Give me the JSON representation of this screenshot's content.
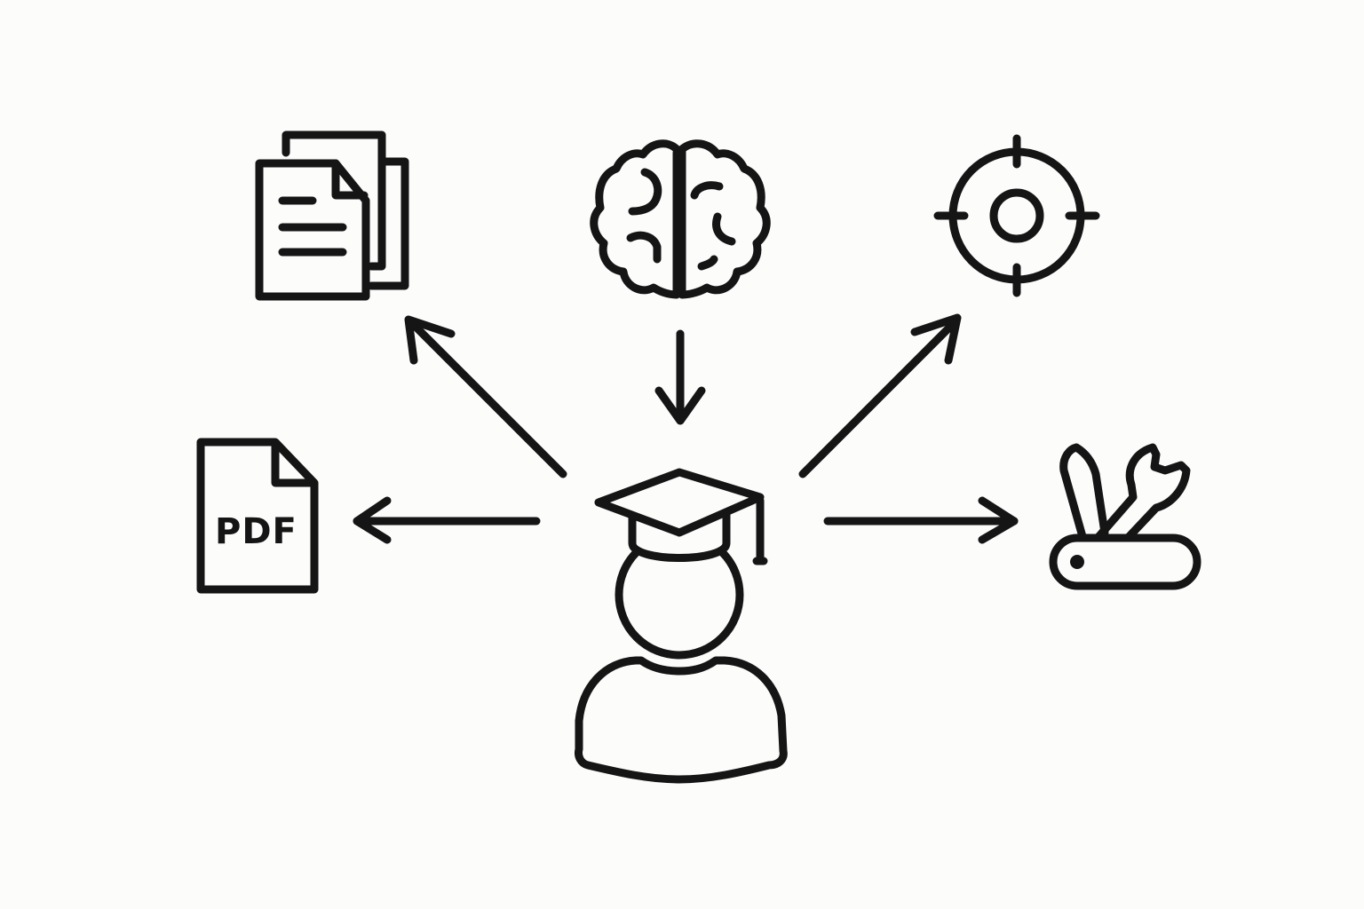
{
  "diagram": {
    "center": {
      "icon": "graduate-student-icon"
    },
    "nodes": [
      {
        "id": "knowledge",
        "icon": "brain-icon",
        "direction": "in"
      },
      {
        "id": "documents",
        "icon": "documents-stack-icon",
        "direction": "out"
      },
      {
        "id": "goal",
        "icon": "target-icon",
        "direction": "out"
      },
      {
        "id": "pdf",
        "icon": "pdf-file-icon",
        "direction": "out",
        "label": "PDF"
      },
      {
        "id": "tools",
        "icon": "multitool-icon",
        "direction": "out"
      }
    ],
    "colors": {
      "stroke": "#151515",
      "background": "#fcfcfb"
    }
  }
}
